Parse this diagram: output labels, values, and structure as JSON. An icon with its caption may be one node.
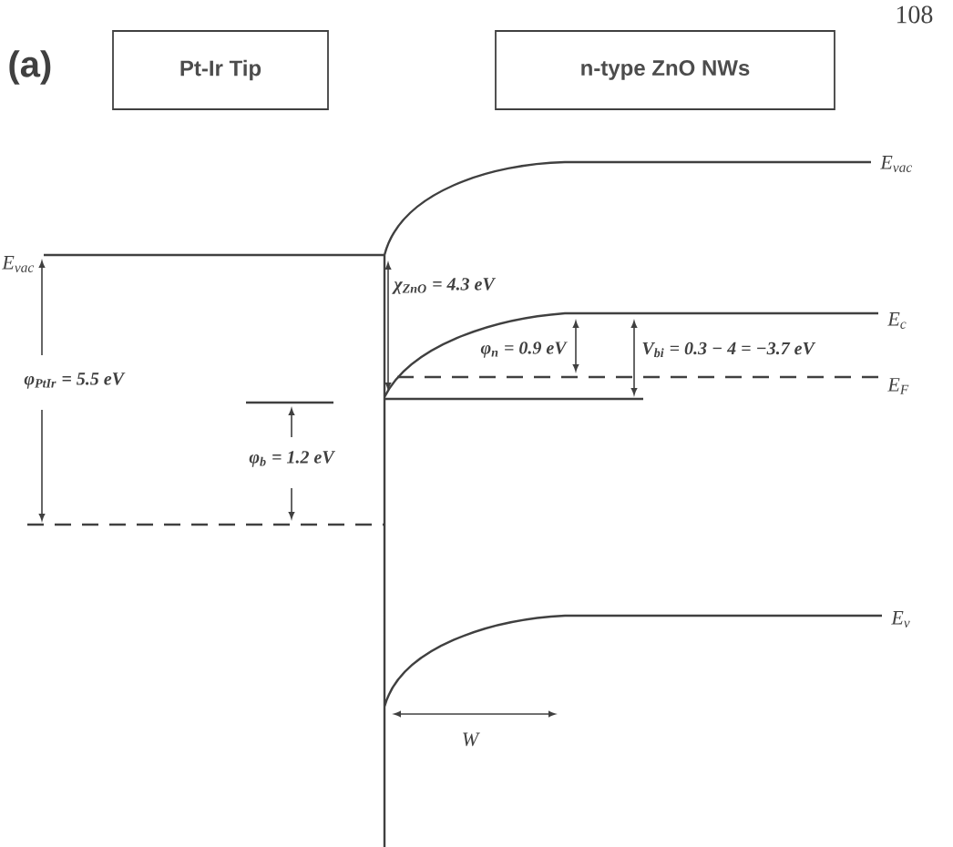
{
  "diagram": {
    "nodes": [
      {
        "text": [
          "Pt-Ir Tip"
        ]
      },
      {
        "text": [
          "n-type ZnO NWs"
        ]
      }
    ],
    "labels": [
      "(a)",
      "108",
      "E$_{vac}$",
      "E$_{vac}$",
      "χ$_{ZnO}$ = 4.3 eV",
      "E$_{c}$",
      "φ$_{n}$ = 0.9 eV",
      "V$_{bi}$ = 0.3 − 4 = −3.7 eV",
      "E$_{F}$",
      "φ$_{PtIr}$ = 5.5 eV",
      "φ$_{b}$ = 1.2 eV",
      "E$_{v}$",
      "W"
    ]
  }
}
